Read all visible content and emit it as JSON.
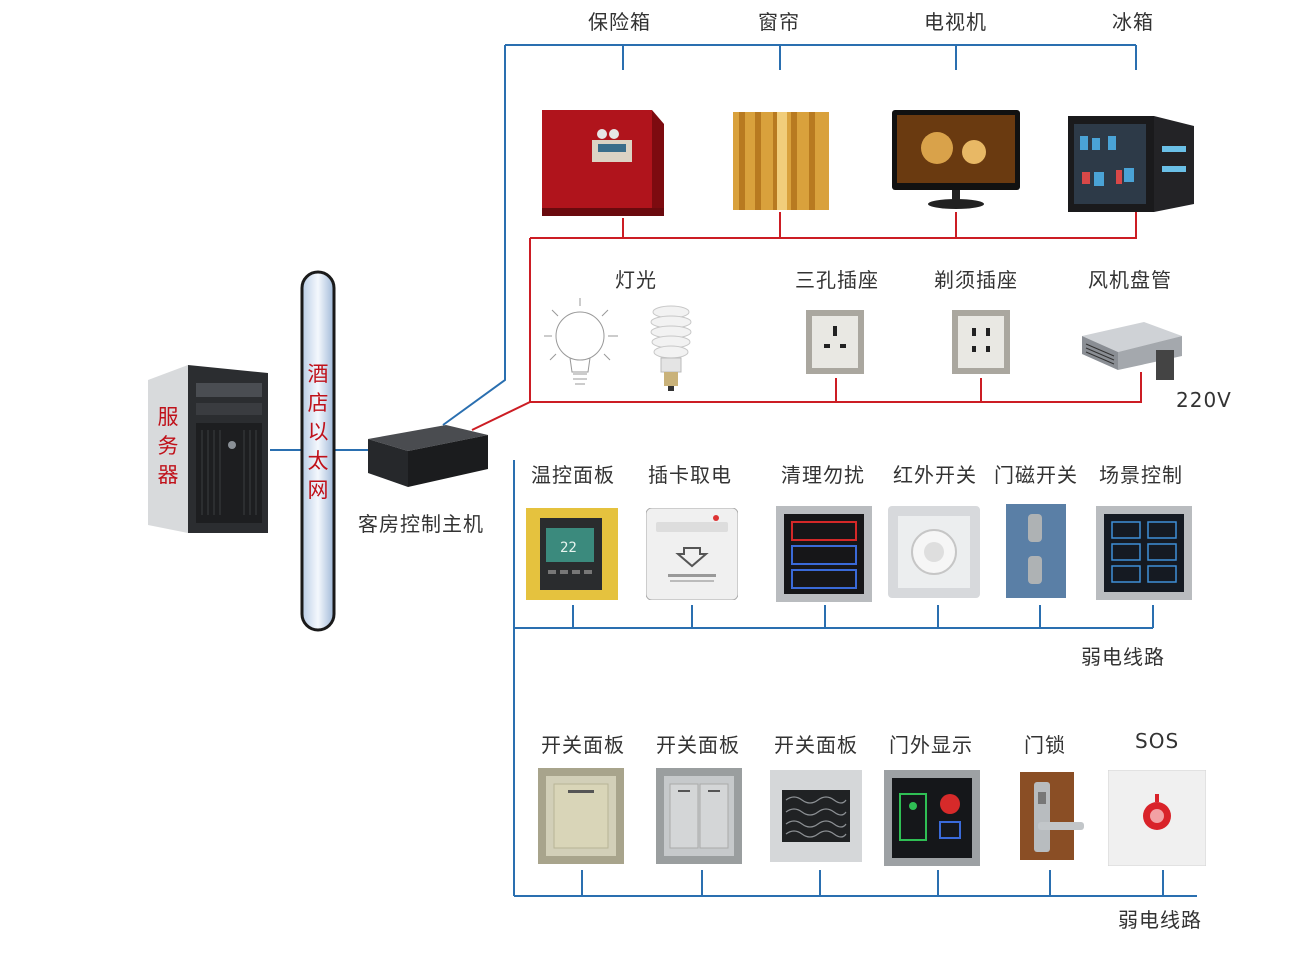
{
  "server": {
    "label": "服务器"
  },
  "ethernet": {
    "label": "酒店以太网"
  },
  "host": {
    "label": "客房控制主机"
  },
  "appliances": [
    "保险箱",
    "窗帘",
    "电视机",
    "冰箱"
  ],
  "power_devices": [
    "灯光",
    "三孔插座",
    "剃须插座",
    "风机盘管"
  ],
  "voltage": "220V",
  "weak_row1": [
    "温控面板",
    "插卡取电",
    "清理勿扰",
    "红外开关",
    "门磁开关",
    "场景控制"
  ],
  "weak_row2": [
    "开关面板",
    "开关面板",
    "开关面板",
    "门外显示",
    "门锁",
    "SOS"
  ],
  "weak_label_1": "弱电线路",
  "weak_label_2": "弱电线路",
  "colors": {
    "blue_line": "#2a6fb0",
    "red_line": "#cc1d24",
    "text_red": "#c0111a"
  }
}
